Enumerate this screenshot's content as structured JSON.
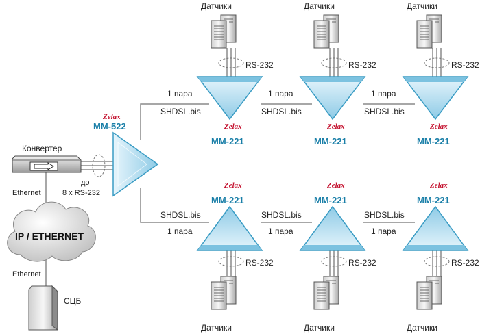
{
  "converter": {
    "label": "Конвертер"
  },
  "link_labels": {
    "ethernet_top": "Ethernet",
    "ethernet_bottom": "Ethernet",
    "rs232_max_line1": "до",
    "rs232_max_line2": "8 x RS-232"
  },
  "cloud": {
    "label": "IP / ETHERNET"
  },
  "server": {
    "label": "СЦБ"
  },
  "hub": {
    "brand": "Zelax",
    "model": "MM-522"
  },
  "top_row": [
    {
      "brand": "Zelax",
      "model": "MM-221",
      "link_pair": "1 пара",
      "link_type": "SHDSL.bis",
      "iface": "RS-232",
      "sensors": "Датчики"
    },
    {
      "brand": "Zelax",
      "model": "MM-221",
      "link_pair": "1 пара",
      "link_type": "SHDSL.bis",
      "iface": "RS-232",
      "sensors": "Датчики"
    },
    {
      "brand": "Zelax",
      "model": "MM-221",
      "link_pair": "1 пара",
      "link_type": "SHDSL.bis",
      "iface": "RS-232",
      "sensors": "Датчики"
    }
  ],
  "bottom_row": [
    {
      "brand": "Zelax",
      "model": "MM-221",
      "link_pair": "1 пара",
      "link_type": "SHDSL.bis",
      "iface": "RS-232",
      "sensors": "Датчики"
    },
    {
      "brand": "Zelax",
      "model": "MM-221",
      "link_pair": "1 пара",
      "link_type": "SHDSL.bis",
      "iface": "RS-232",
      "sensors": "Датчики"
    },
    {
      "brand": "Zelax",
      "model": "MM-221",
      "link_pair": "1 пара",
      "link_type": "SHDSL.bis",
      "iface": "RS-232",
      "sensors": "Датчики"
    }
  ],
  "colors": {
    "device_fill": "#b8dff0",
    "device_edge": "#3a9cc4",
    "model_text": "#1a7fa8",
    "brand_red": "#c4122f",
    "line": "#8a8a8a"
  }
}
